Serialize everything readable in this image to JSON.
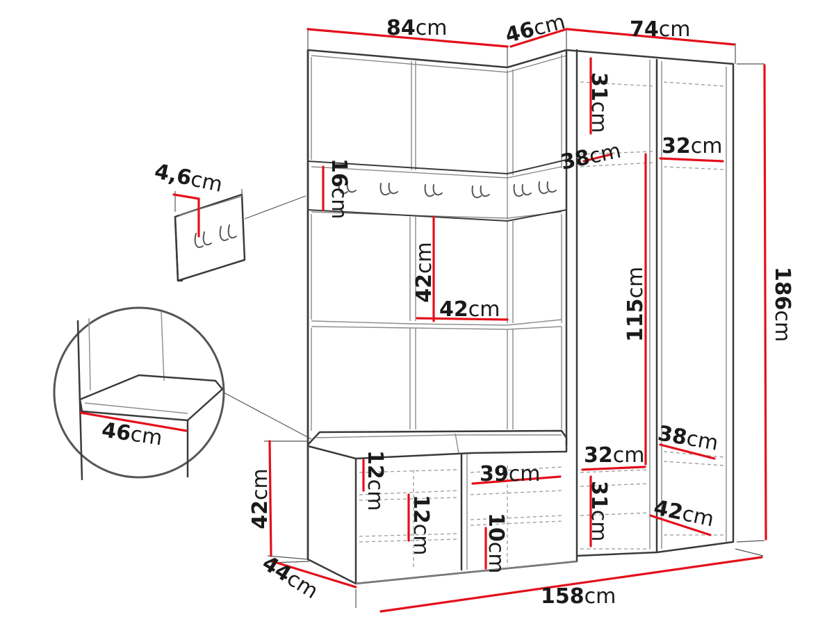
{
  "unit": "cm",
  "dimensions": {
    "top_left_width": {
      "value": "84",
      "unit": "cm"
    },
    "top_corner_width": {
      "value": "46",
      "unit": "cm"
    },
    "top_right_width": {
      "value": "74",
      "unit": "cm"
    },
    "total_height": {
      "value": "186",
      "unit": "cm"
    },
    "hook_panel_depth": {
      "value": "4,6",
      "unit": "cm"
    },
    "hook_panel_height": {
      "value": "16",
      "unit": "cm"
    },
    "panel_height": {
      "value": "42",
      "unit": "cm"
    },
    "panel_width": {
      "value": "42",
      "unit": "cm"
    },
    "top_shelf_height": {
      "value": "31",
      "unit": "cm"
    },
    "top_shelf_depth": {
      "value": "38",
      "unit": "cm"
    },
    "top_right_shelf_depth": {
      "value": "32",
      "unit": "cm"
    },
    "rail_height": {
      "value": "115",
      "unit": "cm"
    },
    "right_low_shelf_depth": {
      "value": "38",
      "unit": "cm"
    },
    "bottom_shelf_depth": {
      "value": "32",
      "unit": "cm"
    },
    "bottom_shelf_height": {
      "value": "31",
      "unit": "cm"
    },
    "floor_shelf_depth": {
      "value": "42",
      "unit": "cm"
    },
    "seat_depth": {
      "value": "46",
      "unit": "cm"
    },
    "bench_height": {
      "value": "42",
      "unit": "cm"
    },
    "bench_depth": {
      "value": "44",
      "unit": "cm"
    },
    "total_width": {
      "value": "158",
      "unit": "cm"
    },
    "cubby_height_1": {
      "value": "12",
      "unit": "cm"
    },
    "cubby_height_2": {
      "value": "12",
      "unit": "cm"
    },
    "drawer_width": {
      "value": "39",
      "unit": "cm"
    },
    "drawer_shelf_height": {
      "value": "10",
      "unit": "cm"
    }
  },
  "icons": [
    "coat-hook-icon"
  ]
}
